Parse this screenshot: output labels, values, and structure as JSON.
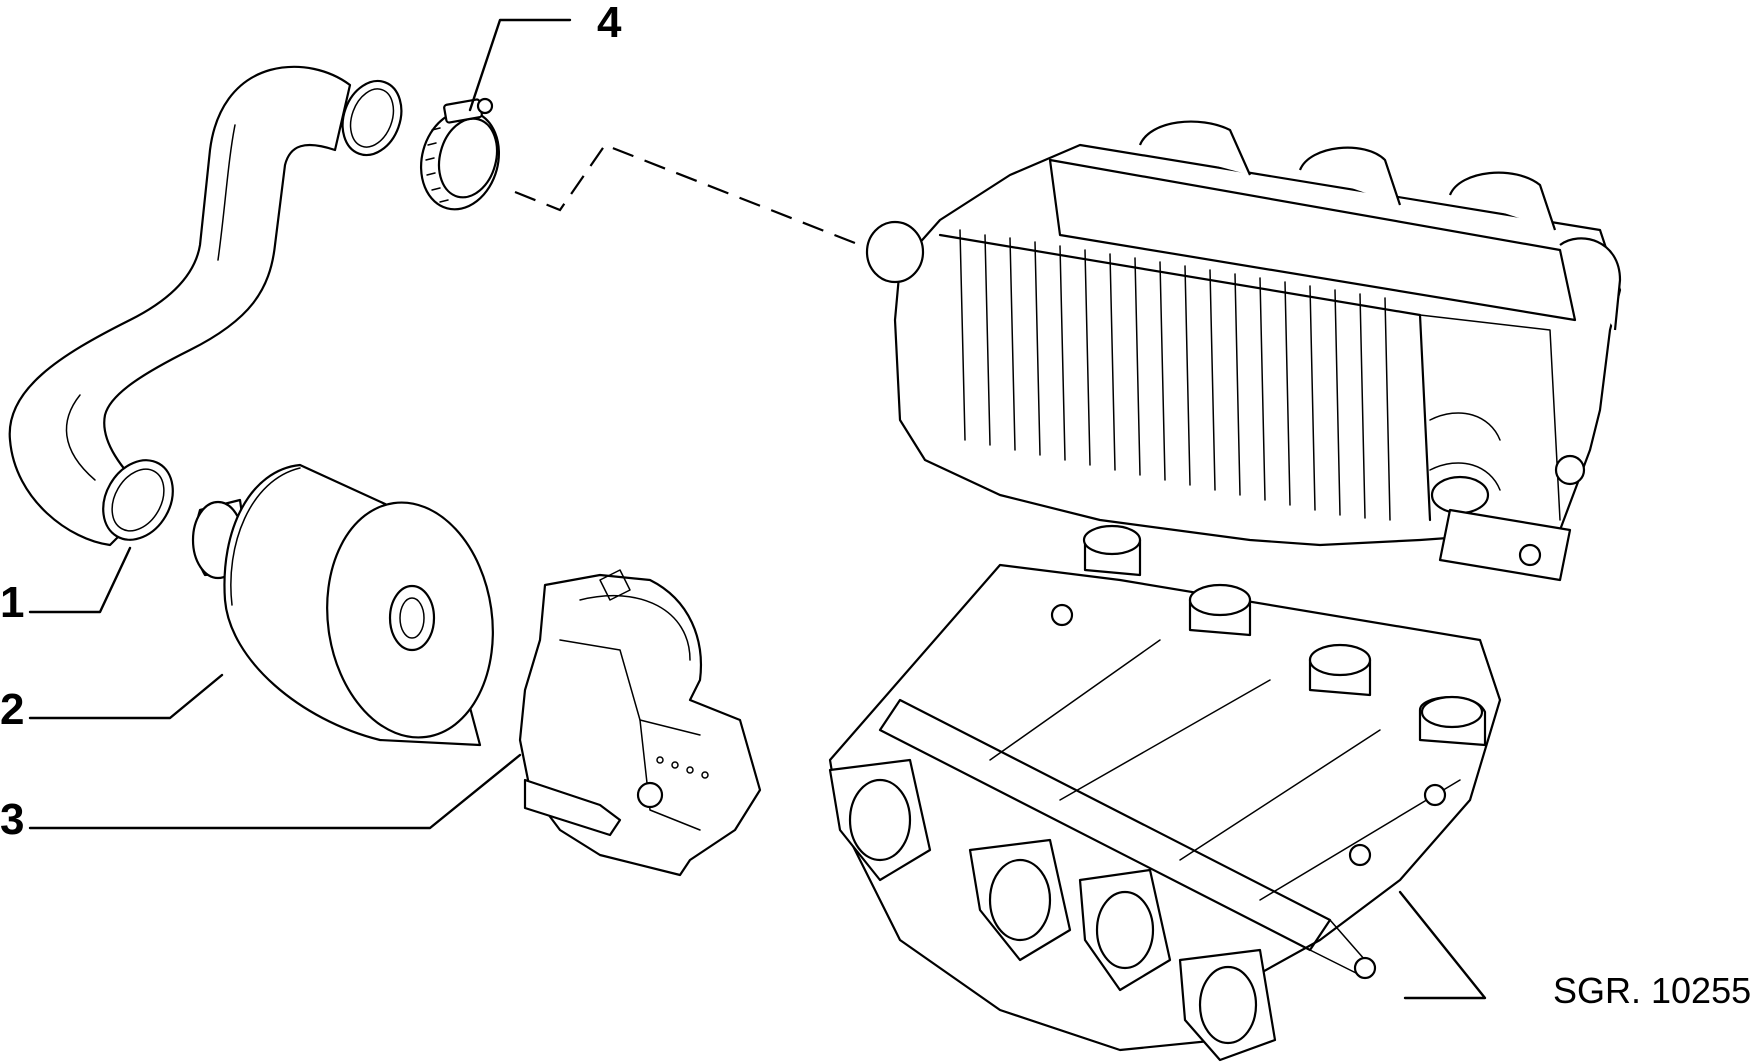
{
  "callouts": [
    {
      "id": "1",
      "label": "1"
    },
    {
      "id": "2",
      "label": "2"
    },
    {
      "id": "3",
      "label": "3"
    },
    {
      "id": "4",
      "label": "4"
    }
  ],
  "reference_code": "SGR. 10255",
  "colors": {
    "line": "#000000",
    "background": "#ffffff"
  }
}
